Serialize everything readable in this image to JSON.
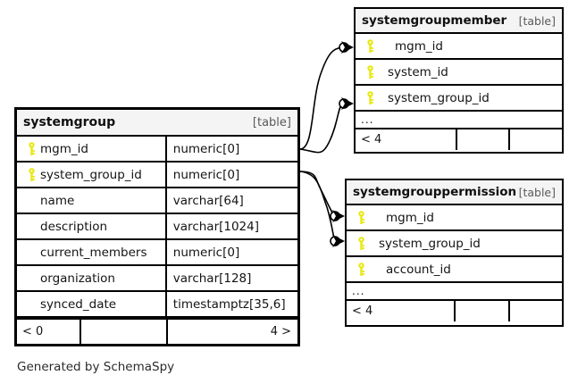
{
  "diagram": {
    "tool_credit": "Generated by SchemaSpy",
    "table_tag": "[table]",
    "ellipsis": "...",
    "colors": {
      "key_icon": "#e8e80f",
      "table_border": "#000000",
      "header_background": "#f4f4f4",
      "tag_text": "#5a5a5a",
      "connector": "#000000",
      "page_background": "#ffffff"
    }
  },
  "tables": {
    "systemgroup": {
      "name": "systemgroup",
      "tag": "[table]",
      "columns": [
        {
          "key_icon": "key-icon",
          "is_key": true,
          "name": "mgm_id",
          "type": "numeric[0]"
        },
        {
          "key_icon": "key-icon",
          "is_key": true,
          "name": "system_group_id",
          "type": "numeric[0]"
        },
        {
          "key_icon": "",
          "is_key": false,
          "name": "name",
          "type": "varchar[64]"
        },
        {
          "key_icon": "",
          "is_key": false,
          "name": "description",
          "type": "varchar[1024]"
        },
        {
          "key_icon": "",
          "is_key": false,
          "name": "current_members",
          "type": "numeric[0]"
        },
        {
          "key_icon": "",
          "is_key": false,
          "name": "organization",
          "type": "varchar[128]"
        },
        {
          "key_icon": "",
          "is_key": false,
          "name": "synced_date",
          "type": "timestamptz[35,6]"
        }
      ],
      "footer": {
        "left": "< 0",
        "middle": "",
        "right": "4 >"
      }
    },
    "systemgroupmember": {
      "name": "systemgroupmember",
      "tag": "[table]",
      "columns": [
        {
          "key_icon": "key-icon",
          "is_key": true,
          "name": "mgm_id"
        },
        {
          "key_icon": "key-icon",
          "is_key": true,
          "name": "system_id"
        },
        {
          "key_icon": "key-icon",
          "is_key": true,
          "name": "system_group_id"
        }
      ],
      "more_indicator": "...",
      "footer": {
        "left": "< 4",
        "middle": "",
        "right": ""
      }
    },
    "systemgrouppermission": {
      "name": "systemgrouppermission",
      "tag": "[table]",
      "columns": [
        {
          "key_icon": "key-icon",
          "is_key": true,
          "name": "mgm_id"
        },
        {
          "key_icon": "key-icon",
          "is_key": true,
          "name": "system_group_id"
        },
        {
          "key_icon": "key-icon",
          "is_key": true,
          "name": "account_id"
        }
      ],
      "more_indicator": "...",
      "footer": {
        "left": "< 4",
        "middle": "",
        "right": ""
      }
    }
  },
  "relationships": [
    {
      "from_table": "systemgroup",
      "from_column": "mgm_id",
      "to_table": "systemgroupmember",
      "to_column": "mgm_id",
      "style": "optional-many"
    },
    {
      "from_table": "systemgroup",
      "from_column": "mgm_id",
      "to_table": "systemgroupmember",
      "to_column": "system_group_id",
      "style": "optional-many"
    },
    {
      "from_table": "systemgroup",
      "from_column": "system_group_id",
      "to_table": "systemgrouppermission",
      "to_column": "mgm_id",
      "style": "optional-many"
    },
    {
      "from_table": "systemgroup",
      "from_column": "system_group_id",
      "to_table": "systemgrouppermission",
      "to_column": "system_group_id",
      "style": "optional-many"
    }
  ]
}
